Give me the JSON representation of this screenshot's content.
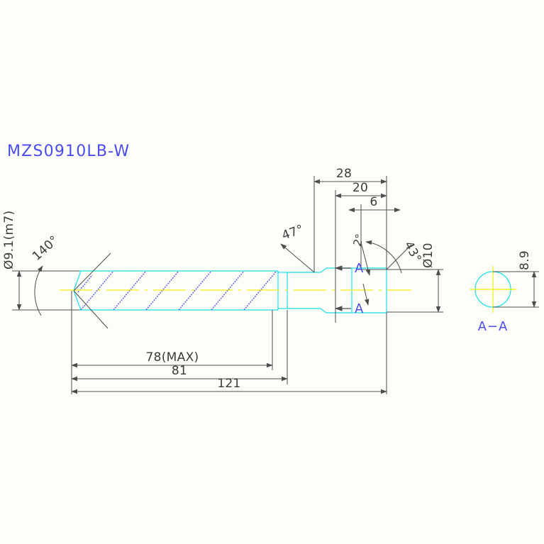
{
  "drawing": {
    "title": "MZS0910LB-W",
    "part_type": "step drill / reamer",
    "background_color": "#fdfdfa",
    "colors": {
      "title": "#4b4bf5",
      "body_outline": "#19e0e8",
      "flute": "#5555ee",
      "centerline": "#f2f20a",
      "dimension": "#4d4d4d",
      "section_label": "#4b4bf5"
    }
  },
  "labels": {
    "diameter_flute": "Ø9.1(m7)",
    "point_angle": "140°",
    "angle_47": "47°",
    "angle_2": "2°",
    "angle_43": "43°",
    "diameter_shank": "Ø10",
    "section_marker_top": "A",
    "section_marker_bottom": "A",
    "section_view_title": "A−A",
    "section_diameter": "8.9"
  },
  "dimensions_top": [
    {
      "name": "dim-28",
      "value": "28"
    },
    {
      "name": "dim-20",
      "value": "20"
    },
    {
      "name": "dim-6",
      "value": "6"
    }
  ],
  "dimensions_bottom": [
    {
      "name": "dim-78-max",
      "value": "78(MAX)"
    },
    {
      "name": "dim-81",
      "value": "81"
    },
    {
      "name": "dim-121",
      "value": "121"
    }
  ],
  "chart_data": {
    "type": "table",
    "title": "MZS0910LB-W",
    "categories": [
      "flute diameter",
      "point angle",
      "chamfer angle 47",
      "taper angle 2",
      "chamfer angle 43",
      "shank diameter",
      "section diameter",
      "dim 28",
      "dim 20",
      "dim 6",
      "flute length (max)",
      "dim 81",
      "overall length"
    ],
    "values": [
      9.1,
      140,
      47,
      2,
      43,
      10,
      8.9,
      28,
      20,
      6,
      78,
      81,
      121
    ],
    "units": [
      "mm",
      "deg",
      "deg",
      "deg",
      "deg",
      "mm",
      "mm",
      "mm",
      "mm",
      "mm",
      "mm",
      "mm",
      "mm"
    ],
    "xlabel": "",
    "ylabel": ""
  }
}
